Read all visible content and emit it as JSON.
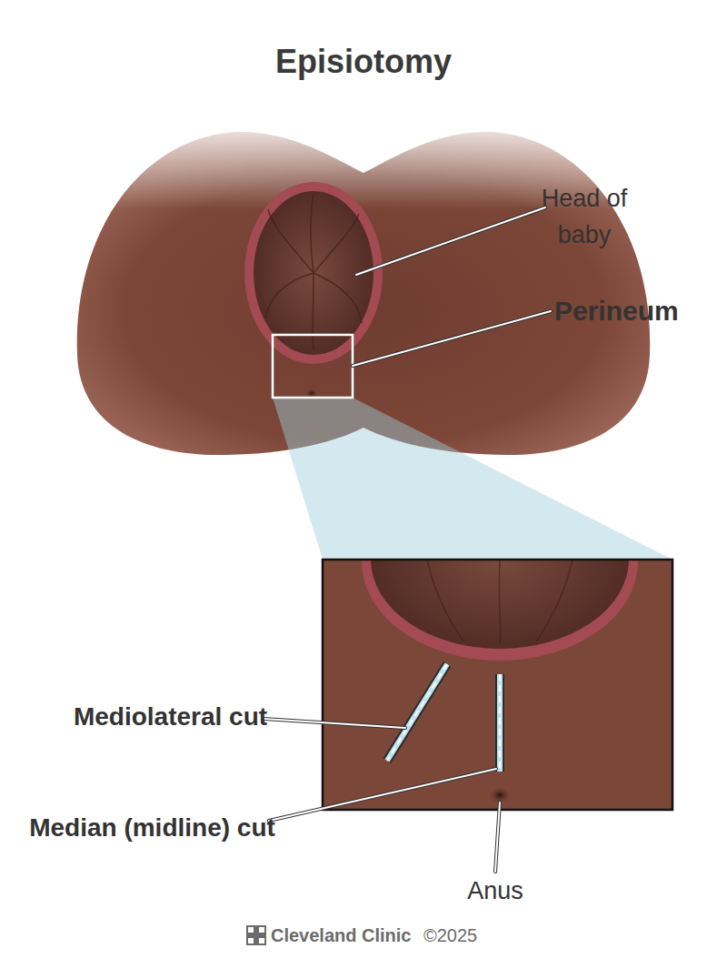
{
  "diagram": {
    "title": "Episiotomy",
    "labels": [
      "Head of baby",
      "Perineum",
      "Mediolateral cut",
      "Median (midline) cut",
      "Anus",
      "Cleveland Clinic",
      "©2025"
    ]
  }
}
